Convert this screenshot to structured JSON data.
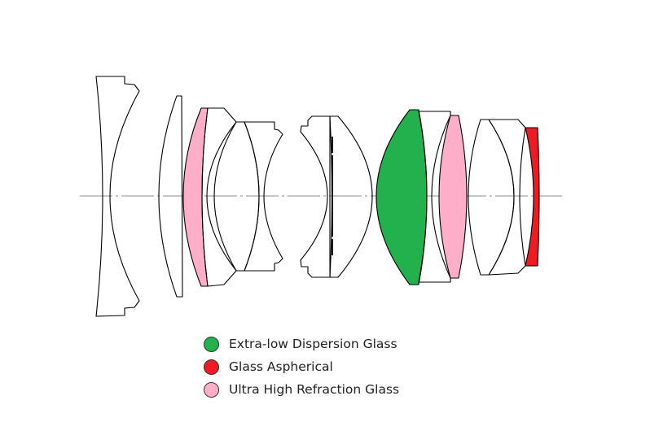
{
  "legend": [
    {
      "label": "Extra-low Dispersion Glass",
      "color": "#22b14c"
    },
    {
      "label": "Glass Aspherical",
      "color": "#ed1c24"
    },
    {
      "label": "Ultra High Refraction Glass",
      "color": "#ffaec9"
    }
  ],
  "colors": {
    "plain_glass": "#ffffff",
    "axis": "#8c8c8c",
    "outline": "#000000"
  }
}
